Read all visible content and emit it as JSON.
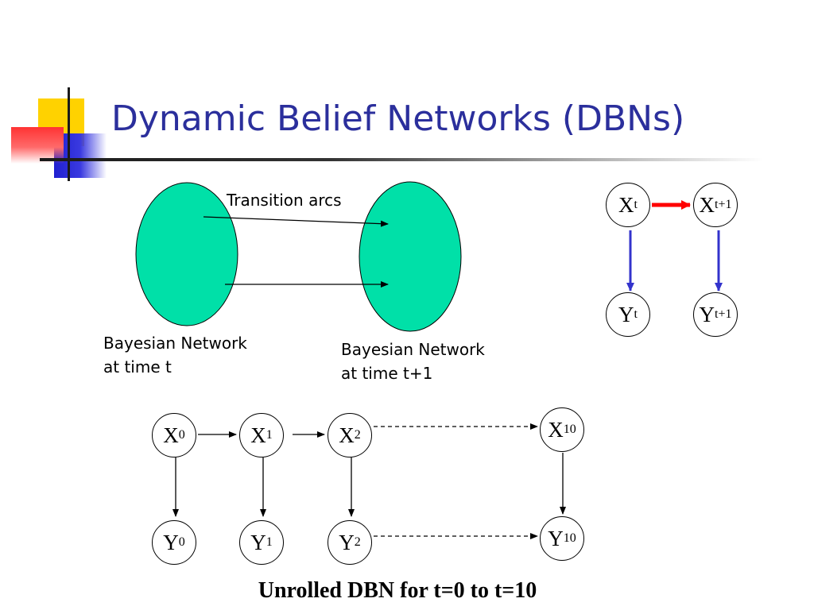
{
  "slide": {
    "title": "Dynamic Belief Networks (DBNs)",
    "accent_color": "#2b2f9c"
  },
  "top_diagram": {
    "transition_label": "Transition arcs",
    "left_caption_line1": "Bayesian Network",
    "left_caption_line2": "at time t",
    "right_caption_line1": "Bayesian Network",
    "right_caption_line2": "at time t+1",
    "ellipse_color": "#00e0a8"
  },
  "right_diagram": {
    "nodes": {
      "xt": {
        "base": "X",
        "sub": "t"
      },
      "xt1": {
        "base": "X",
        "sub": "t+1"
      },
      "yt": {
        "base": "Y",
        "sub": "t"
      },
      "yt1": {
        "base": "Y",
        "sub": "t+1"
      }
    },
    "transition_arrow_color": "#ff0000",
    "observation_arrow_color": "#3333cc"
  },
  "unrolled": {
    "x_nodes": [
      {
        "base": "X",
        "sub": "0"
      },
      {
        "base": "X",
        "sub": "1"
      },
      {
        "base": "X",
        "sub": "2"
      },
      {
        "base": "X",
        "sub": "10"
      }
    ],
    "y_nodes": [
      {
        "base": "Y",
        "sub": "0"
      },
      {
        "base": "Y",
        "sub": "1"
      },
      {
        "base": "Y",
        "sub": "2"
      },
      {
        "base": "Y",
        "sub": "10"
      }
    ],
    "caption": "Unrolled DBN for t=0 to t=10"
  }
}
